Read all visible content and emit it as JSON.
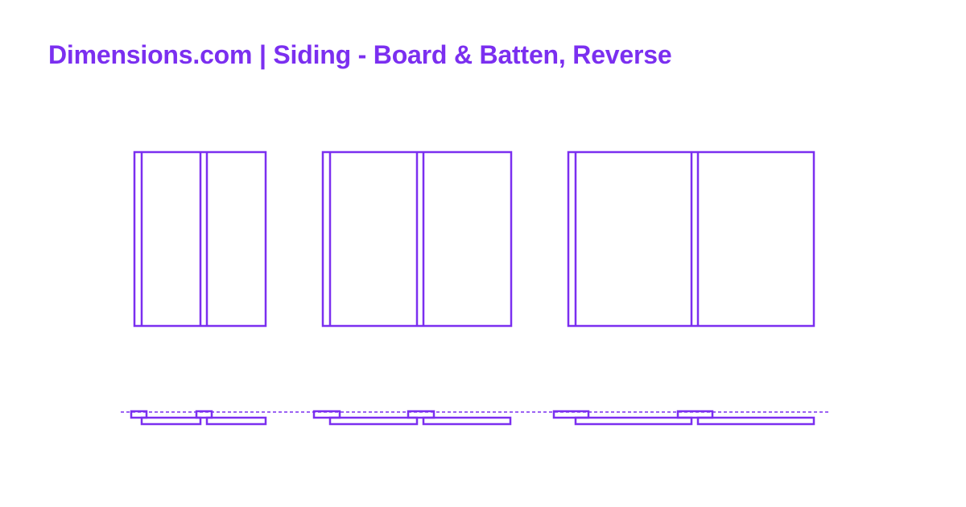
{
  "header": {
    "title": "Dimensions.com | Siding - Board & Batten, Reverse"
  },
  "colors": {
    "accent": "#7b2ff0",
    "background": "#ffffff"
  },
  "diagram": {
    "elevation_views": 3,
    "section_views": 3,
    "line_style": "outline",
    "ground_line": "dashed"
  }
}
